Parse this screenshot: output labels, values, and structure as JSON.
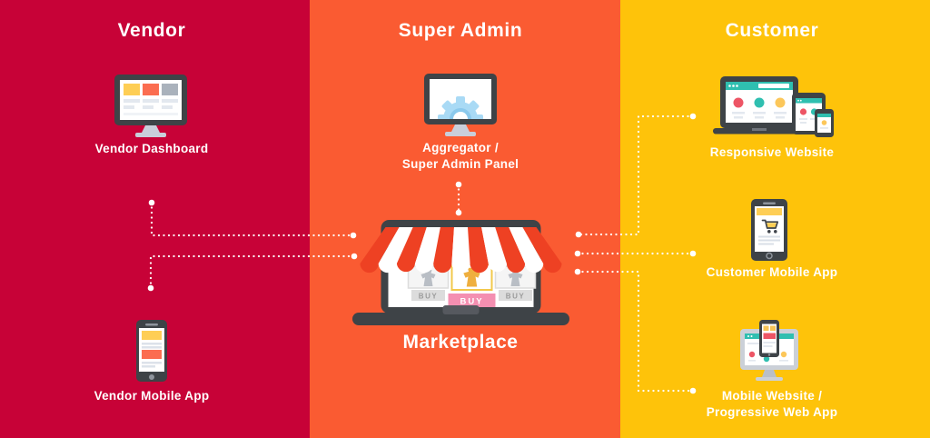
{
  "columns": [
    {
      "title": "Vendor",
      "bg_color": "#C70237",
      "items": [
        {
          "name": "vendor-dashboard",
          "label": "Vendor Dashboard",
          "icon": "desktop-monitor-dashboard-icon"
        },
        {
          "name": "vendor-mobile-app",
          "label": "Vendor Mobile App",
          "icon": "smartphone-app-icon"
        }
      ]
    },
    {
      "title": "Super Admin",
      "bg_color": "#FA5B32",
      "items": [
        {
          "name": "aggregator-super-admin-panel",
          "label_lines": [
            "Aggregator /",
            "Super Admin Panel"
          ],
          "icon": "desktop-monitor-gear-icon"
        },
        {
          "name": "marketplace",
          "label": "Marketplace",
          "icon": "storefront-laptop-icon"
        }
      ]
    },
    {
      "title": "Customer",
      "bg_color": "#FEC30A",
      "items": [
        {
          "name": "responsive-website",
          "label": "Responsive Website",
          "icon": "multi-device-responsive-icon"
        },
        {
          "name": "customer-mobile-app",
          "label": "Customer Mobile App",
          "icon": "smartphone-shopping-cart-icon"
        },
        {
          "name": "mobile-website-pwa",
          "label_lines": [
            "Mobile Website /",
            "Progressive Web App"
          ],
          "icon": "desktop-with-phone-icon"
        }
      ]
    }
  ],
  "marketplace_screen": {
    "buy_labels": [
      "BUY",
      "BUY",
      "BUY"
    ]
  },
  "colors": {
    "vendor_bg": "#C70237",
    "super_admin_bg": "#FA5B32",
    "customer_bg": "#FEC30A",
    "connector": "#FFFFFF",
    "awning_red": "#EE4123",
    "buy_pink": "#F48FB1",
    "buy_gray": "#DCDCDC",
    "gear_blue": "#A9DAF5",
    "ui_yellow": "#FECE55",
    "ui_orange": "#FB6D51",
    "ui_red": "#ED5565",
    "ui_teal": "#2FBFB0",
    "device_frame_dark": "#3E4347"
  }
}
